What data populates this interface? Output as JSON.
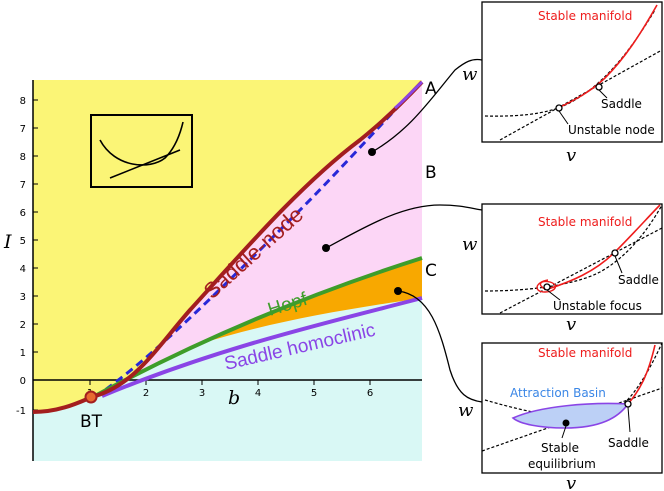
{
  "main_plot": {
    "xlabel": "b",
    "ylabel": "I",
    "x_ticks": [
      "1",
      "2",
      "3",
      "4",
      "5",
      "6"
    ],
    "y_ticks": [
      "-1",
      "1",
      "2",
      "3",
      "4",
      "5",
      "6",
      "7",
      "8"
    ],
    "y_zero": "0",
    "regions": [
      "A",
      "B",
      "C"
    ],
    "point_label": "BT",
    "curves": {
      "saddle_node": "Saddle-node",
      "hopf": "Hopf",
      "saddle_homoclinic": "Saddle homoclinic"
    }
  },
  "insets": [
    {
      "xlabel": "v",
      "ylabel": "w",
      "labels": [
        "Stable manifold",
        "Saddle",
        "Unstable node"
      ]
    },
    {
      "xlabel": "v",
      "ylabel": "w",
      "labels": [
        "Stable manifold",
        "Saddle",
        "Unstable focus"
      ]
    },
    {
      "xlabel": "v",
      "ylabel": "w",
      "labels": [
        "Stable manifold",
        "Attraction Basin",
        "Saddle",
        "Stable",
        "equilibrium"
      ]
    }
  ],
  "colors": {
    "yellow_region": "#fbf576",
    "pink_region": "#fcd6f6",
    "cyan_region": "#d9f8f5",
    "orange_region": "#f8a800",
    "saddle_node": "#a31e1e",
    "hopf": "#3e9d2a",
    "homoclinic": "#8a45e6",
    "dashed": "#2828d8",
    "manifold": "#ee1c1c",
    "basin": "#bcd0f6"
  }
}
